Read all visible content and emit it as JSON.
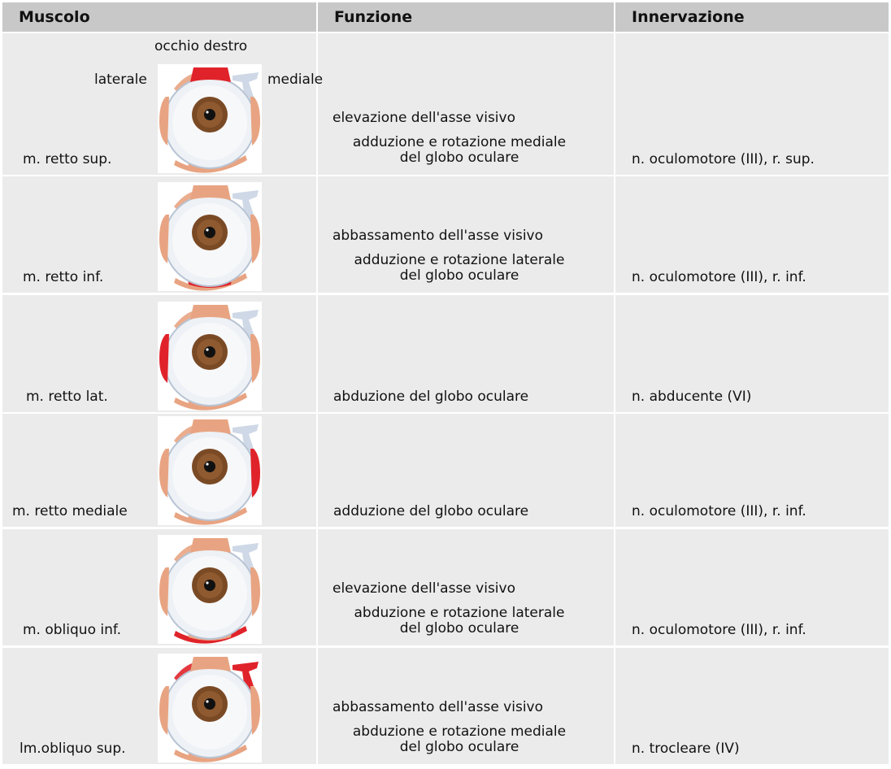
{
  "headers": {
    "muscle": "Muscolo",
    "function": "Funzione",
    "innervation": "Innervazione"
  },
  "diagram_labels": {
    "eye": "occhio destro",
    "lateral": "laterale",
    "medial": "mediale"
  },
  "colors": {
    "highlight": "#e0232a",
    "muscle": "#e8a482",
    "header": "#c8c8c8",
    "cell": "#ebebeb"
  },
  "rows": [
    {
      "muscle": "m. retto sup.",
      "highlight": "sup",
      "function1": "elevazione dell'asse visivo",
      "function2a": "adduzione e rotazione mediale",
      "function2b": "del globo oculare",
      "innervation": "n. oculomotore (III), r. sup."
    },
    {
      "muscle": "m. retto inf.",
      "highlight": "inf",
      "function1": "abbassamento dell'asse visivo",
      "function2a": "adduzione e rotazione laterale",
      "function2b": "del globo oculare",
      "innervation": "n. oculomotore (III), r. inf."
    },
    {
      "muscle": "m. retto lat.",
      "highlight": "lat",
      "function1": "abduzione del globo oculare",
      "innervation": "n. abducente (VI)"
    },
    {
      "muscle": "m. retto mediale",
      "highlight": "med",
      "function1": "adduzione del globo oculare",
      "innervation": "n. oculomotore (III), r. inf."
    },
    {
      "muscle": "m. obliquo inf.",
      "highlight": "oblinf",
      "function1": "elevazione dell'asse visivo",
      "function2a": "abduzione e rotazione laterale",
      "function2b": "del globo oculare",
      "innervation": "n. oculomotore (III), r. inf."
    },
    {
      "muscle": "lm.obliquo sup.",
      "highlight": "oblsup",
      "function1": "abbassamento dell'asse visivo",
      "function2a": "abduzione e rotazione mediale",
      "function2b": "del globo oculare",
      "innervation": "n. trocleare (IV)"
    }
  ]
}
